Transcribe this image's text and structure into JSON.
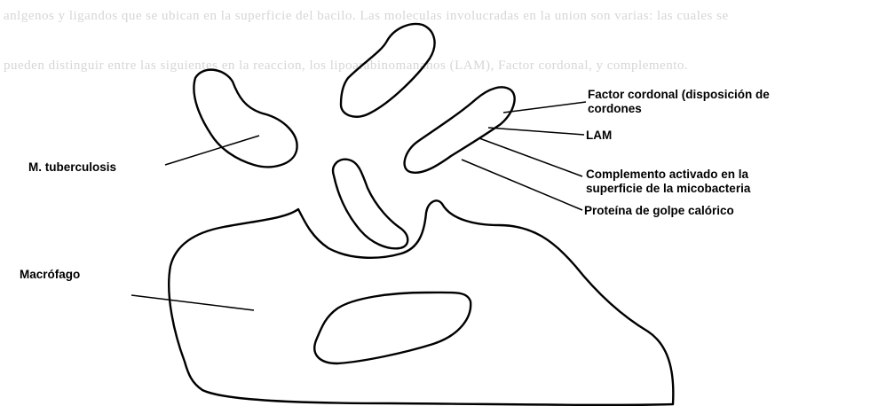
{
  "background_text": {
    "line1": "anlgenos y ligandos que se ubican en la superficie del bacilo. Las moleculas involucradas en la union son varias: las cuales se",
    "line2": "pueden distinguir entre las siguientes en la reaccion, los lipoarabinomananos (LAM), Factor cordonal, y complemento."
  },
  "labels": {
    "factor_cordonal_line1": "Factor cordonal (disposición de",
    "factor_cordonal_line2": "cordones",
    "lam": "LAM",
    "complemento_line1": "Complemento activado en la",
    "complemento_line2": "superficie de la micobacteria",
    "proteina": "Proteína de golpe calórico",
    "m_tuberculosis": "M. tuberculosis",
    "macrofago": "Macrófago"
  }
}
